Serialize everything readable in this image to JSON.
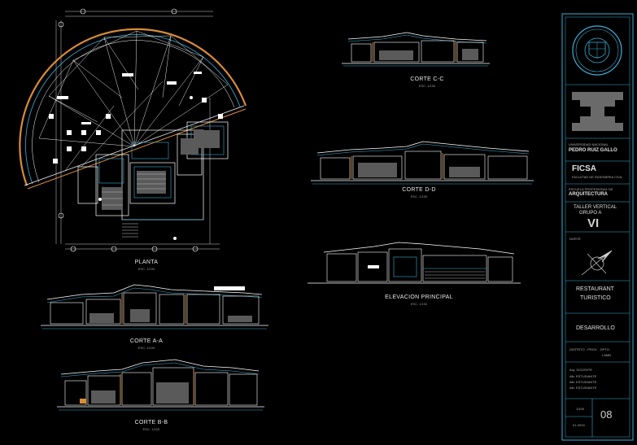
{
  "sheet": {
    "views": {
      "planta": {
        "title": "PLANTA",
        "scale": "ESC. 1/100"
      },
      "corte_aa": {
        "title": "CORTE A-A",
        "scale": "ESC. 1/100"
      },
      "corte_bb": {
        "title": "CORTE B-B",
        "scale": "ESC. 1/100"
      },
      "corte_cc": {
        "title": "CORTE C-C",
        "scale": "ESC. 1/100"
      },
      "corte_dd": {
        "title": "CORTE D-D",
        "scale": "ESC. 1/100"
      },
      "elevacion": {
        "title": "ELEVACION PRINCIPAL",
        "scale": "ESC. 1/100"
      }
    },
    "title_block": {
      "university": "UNIVERSIDAD NACIONAL",
      "university_name": "PEDRO RUIZ GALLO",
      "faculty": "FICSA",
      "faculty_sub": "FACULTAD DE INGENIERIA CIVIL",
      "school_line": "ESCUELA PROFESIONAL DE",
      "school": "ARQUITECTURA",
      "workshop_line1": "TALLER VERTICAL",
      "workshop_line2": "GRUPO A",
      "workshop_number": "VI",
      "orientation_label": "NORTE",
      "project_line1": "RESTAURANT",
      "project_line2": "TURISTICO",
      "phase": "DESARROLLO",
      "location_line1": "DISTRITO - PROV. - DPTO.",
      "location_line2": "LAMB.",
      "team_line1": "Arq. DOCENTE",
      "team_line2": "Alb. ESTUDIANTE",
      "team_line3": "Alb. ESTUDIANTE",
      "team_line4": "Alb. ESTUDIANTE",
      "scale_value": "1/100",
      "date_value": "01-2019",
      "sheet_number": "08"
    }
  }
}
